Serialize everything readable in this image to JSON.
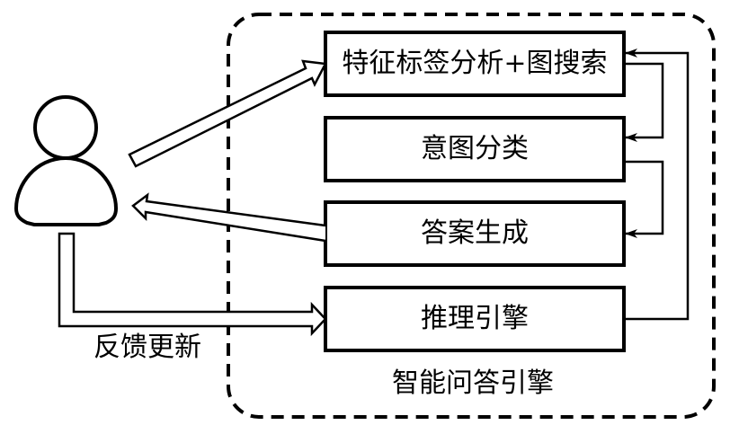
{
  "diagram": {
    "container_label": "智能问答引擎",
    "feedback_label": "反馈更新",
    "actor": {
      "name": "user",
      "icon": "user-icon"
    },
    "modules": [
      {
        "id": "feature-analysis",
        "label": "特征标签分析+图搜索"
      },
      {
        "id": "intent-classification",
        "label": "意图分类"
      },
      {
        "id": "answer-generation",
        "label": "答案生成"
      },
      {
        "id": "reasoning-engine",
        "label": "推理引擎"
      }
    ],
    "flows": [
      {
        "from": "user",
        "to": "feature-analysis",
        "style": "hollow-arrow"
      },
      {
        "from": "answer-generation",
        "to": "user",
        "style": "hollow-arrow"
      },
      {
        "from": "user",
        "to": "reasoning-engine",
        "style": "hollow-arrow",
        "label": "反馈更新"
      },
      {
        "from": "feature-analysis",
        "to": "intent-classification",
        "style": "line-arrow"
      },
      {
        "from": "intent-classification",
        "to": "answer-generation",
        "style": "line-arrow"
      },
      {
        "from": "reasoning-engine",
        "to": "feature-analysis",
        "style": "line-arrow"
      }
    ],
    "colors": {
      "stroke": "#000000",
      "background": "#ffffff"
    }
  }
}
